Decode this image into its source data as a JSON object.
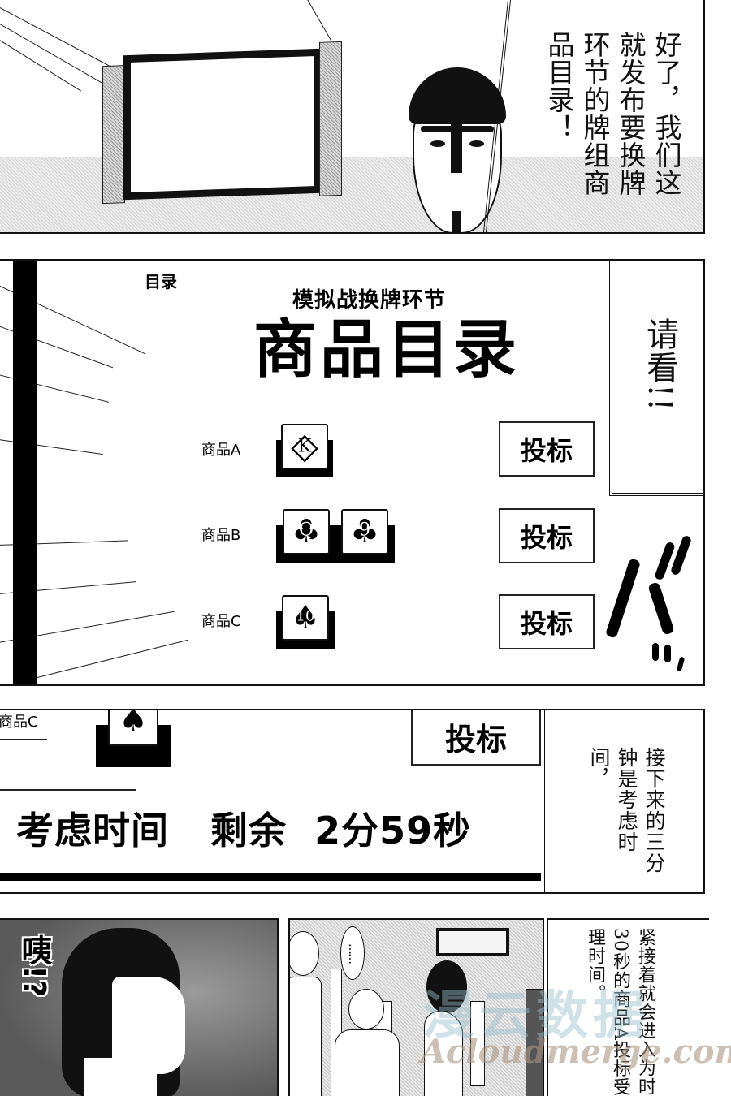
{
  "page": {
    "type": "manga page",
    "language": "zh-CN"
  },
  "panel1": {
    "caption": "好了，我们这就发布要换牌环节的牌组商品目录！",
    "caption_lines": [
      "好了，我们这",
      "就发布要换牌",
      "环节的牌组",
      "商品目录！"
    ]
  },
  "panel2": {
    "corner_label": "目录",
    "subtitle": "模拟战换牌环节",
    "title": "商品目录",
    "items": [
      {
        "label": "商品A",
        "cards": [
          {
            "rank": "K",
            "suit": "diamond"
          }
        ],
        "bid_label": "投标"
      },
      {
        "label": "商品B",
        "cards": [
          {
            "rank": "Q",
            "suit": "club"
          },
          {
            "rank": "9",
            "suit": "club"
          }
        ],
        "bid_label": "投标"
      },
      {
        "label": "商品C",
        "cards": [
          {
            "rank": "10",
            "suit": "spade"
          }
        ],
        "bid_label": "投标"
      }
    ],
    "side_caption": "请看!!",
    "sfx": "バッ"
  },
  "panel3": {
    "item_label_partial": "商品C",
    "card": {
      "rank": "10",
      "suit": "spade"
    },
    "bid_label": "投标",
    "timer_label": "考虑时间",
    "remaining_label": "剩余",
    "remaining_value": "2分59秒",
    "timer_text": "考虑时间   剩余  2分59秒",
    "caption": "接下来的三分钟是考虑时间，"
  },
  "panel4": {
    "exclaim": "咦!?",
    "bubble": "……",
    "caption": "紧接着就会进入为时30秒的商品A投标受理时间。"
  },
  "watermark": {
    "line1": "漫云数据",
    "line2": "Acloudmerge.com"
  },
  "colors": {
    "ink": "#000000",
    "paper": "#ffffff",
    "screentone": "#9a9a9a"
  }
}
